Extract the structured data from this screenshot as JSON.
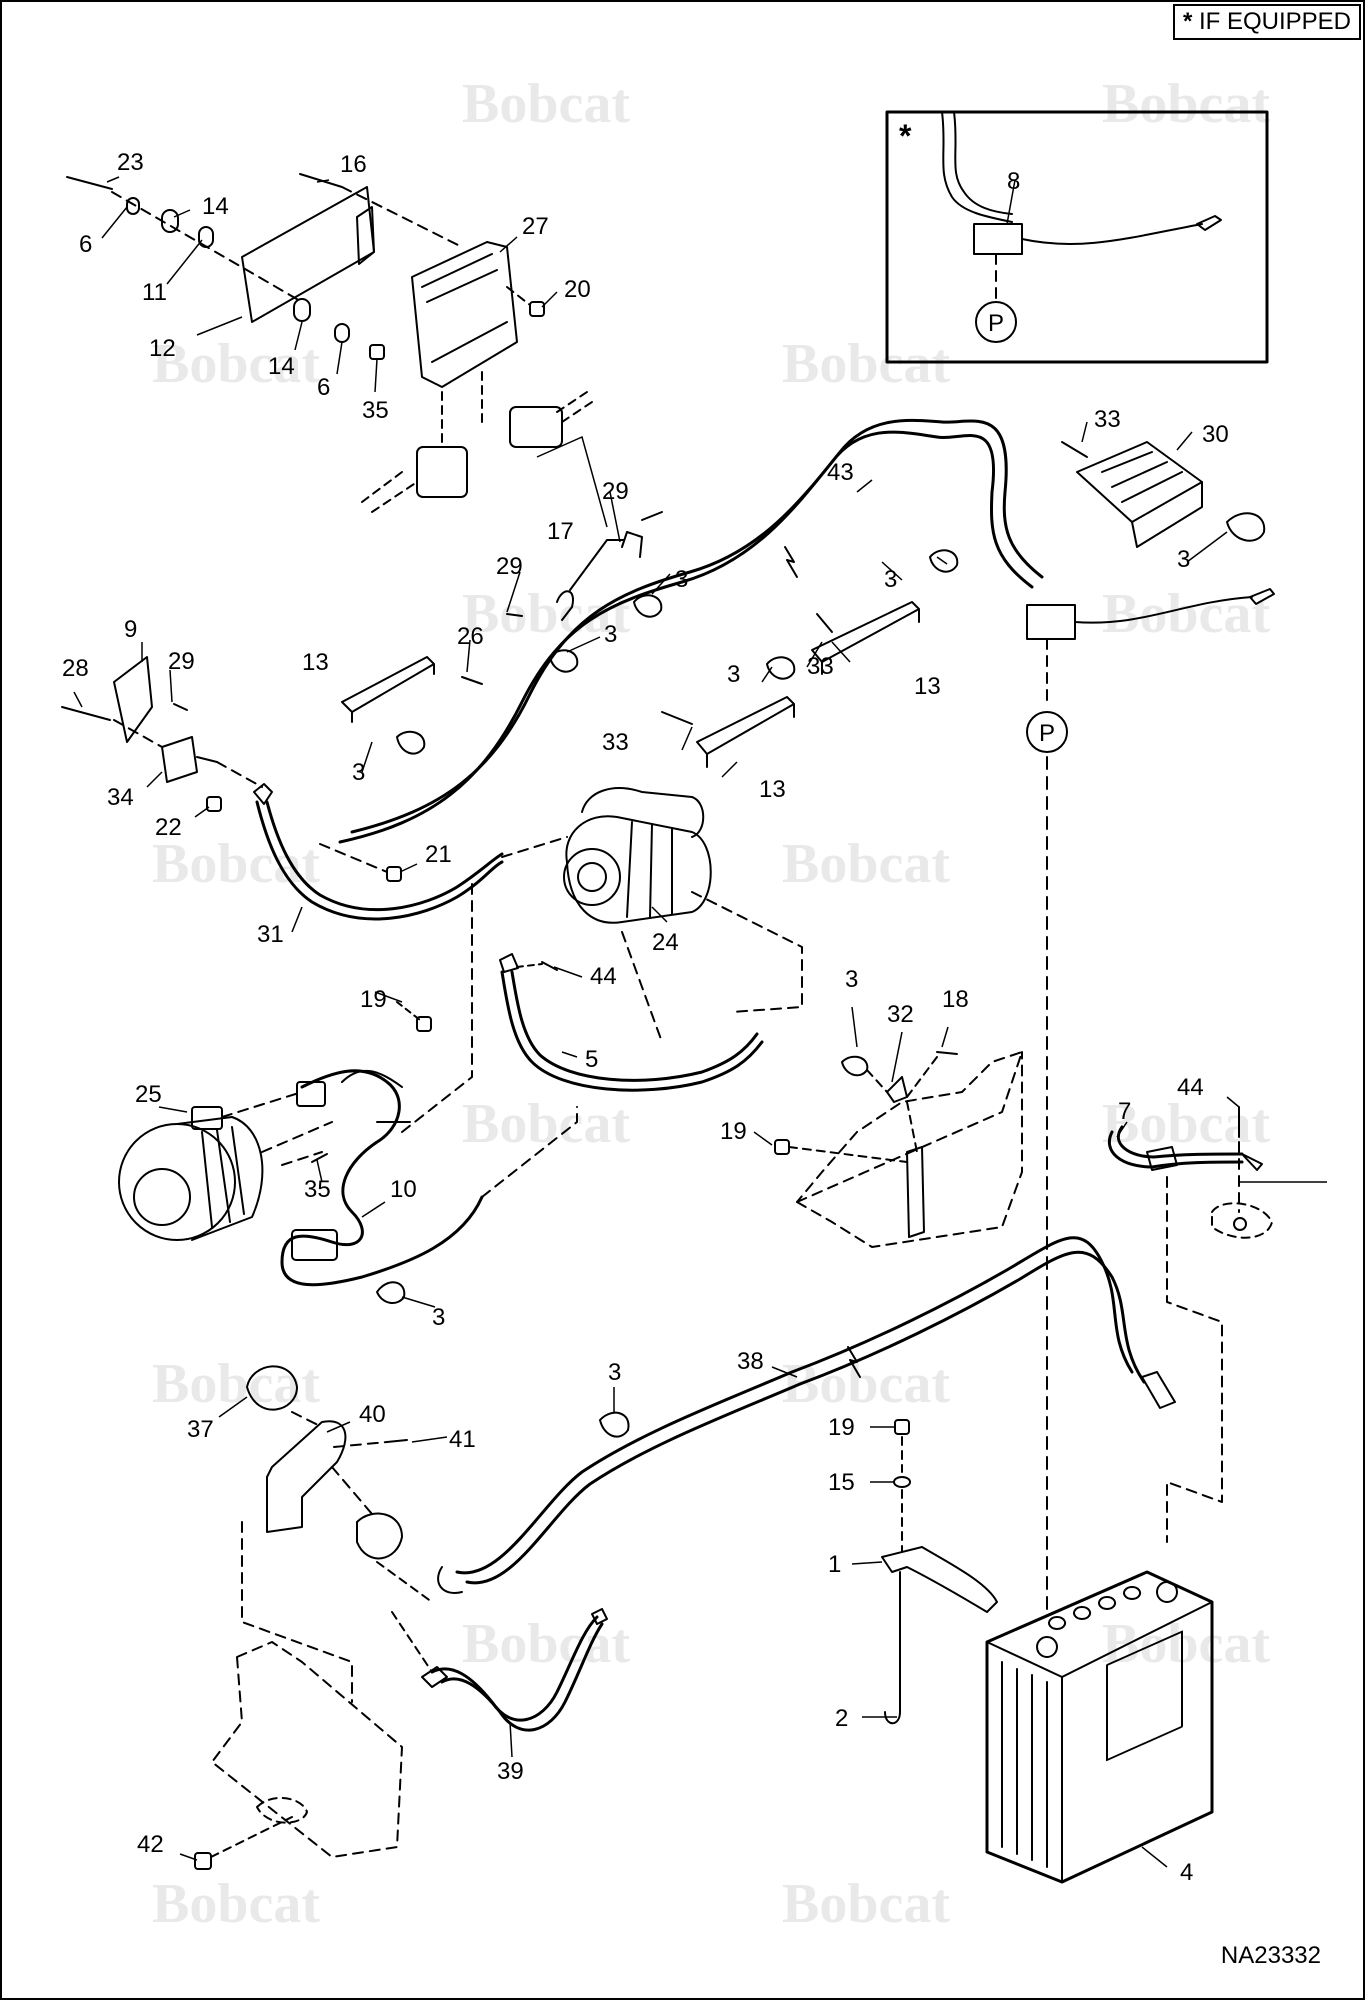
{
  "note": {
    "star": "*",
    "text": "IF EQUIPPED"
  },
  "inset": {
    "star": "*"
  },
  "watermark": "Bobcat",
  "drawing_code": "NA23332",
  "connector_label": "P",
  "callouts": [
    "23",
    "16",
    "14",
    "6",
    "11",
    "12",
    "14",
    "6",
    "35",
    "27",
    "20",
    "43",
    "33",
    "30",
    "29",
    "17",
    "29",
    "3",
    "26",
    "3",
    "3",
    "3",
    "33",
    "13",
    "9",
    "29",
    "28",
    "13",
    "3",
    "33",
    "13",
    "34",
    "22",
    "21",
    "31",
    "24",
    "44",
    "5",
    "19",
    "3",
    "32",
    "18",
    "25",
    "35",
    "10",
    "3",
    "19",
    "7",
    "44",
    "38",
    "3",
    "19",
    "15",
    "37",
    "40",
    "41",
    "1",
    "2",
    "39",
    "4",
    "42",
    "8",
    "3"
  ]
}
